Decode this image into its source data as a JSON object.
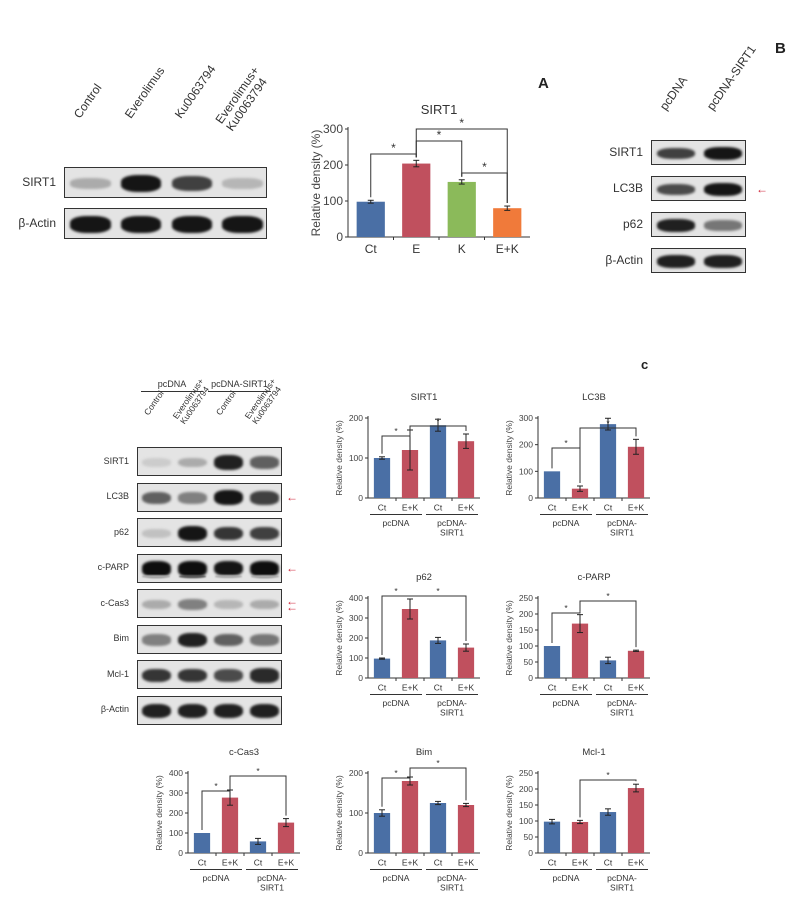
{
  "panels": {
    "A": {
      "letter": "A",
      "blot": {
        "lanes": [
          "Control",
          "Everolimus",
          "Ku0063794",
          "Everolimus+\nKu0063794"
        ],
        "rows": [
          {
            "label": "SIRT1",
            "intensities": [
              0.25,
              0.95,
              0.75,
              0.2
            ]
          },
          {
            "label": "β-Actin",
            "intensities": [
              0.95,
              0.95,
              0.95,
              0.95
            ]
          }
        ]
      }
    },
    "B": {
      "letter": "B",
      "blot": {
        "lanes": [
          "pcDNA",
          "pcDNA-SIRT1"
        ],
        "rows": [
          {
            "label": "SIRT1",
            "intensities": [
              0.75,
              0.95
            ],
            "arrow": false
          },
          {
            "label": "LC3B",
            "intensities": [
              0.7,
              0.95
            ],
            "arrow": true
          },
          {
            "label": "p62",
            "intensities": [
              0.9,
              0.5
            ],
            "arrow": false
          },
          {
            "label": "β-Actin",
            "intensities": [
              0.9,
              0.9
            ],
            "arrow": false
          }
        ]
      }
    },
    "C": {
      "letter": "c",
      "blot": {
        "groups": [
          "pcDNA",
          "pcDNA-SIRT1"
        ],
        "lanes": [
          "Control",
          "Everolimus+\nKu0063794",
          "Control",
          "Everolimus+\nKu0063794"
        ],
        "rows": [
          {
            "label": "SIRT1",
            "intensities": [
              0.1,
              0.25,
              0.9,
              0.6
            ],
            "arrows": 0
          },
          {
            "label": "LC3B",
            "intensities": [
              0.6,
              0.45,
              0.95,
              0.75
            ],
            "arrows": 1
          },
          {
            "label": "p62",
            "intensities": [
              0.15,
              0.95,
              0.8,
              0.75
            ],
            "arrows": 0
          },
          {
            "label": "c-PARP",
            "intensities": [
              0.98,
              0.98,
              0.95,
              0.98
            ],
            "arrows": 1
          },
          {
            "label": "c-Cas3",
            "intensities": [
              0.25,
              0.45,
              0.2,
              0.25
            ],
            "arrows": 2
          },
          {
            "label": "Bim",
            "intensities": [
              0.45,
              0.9,
              0.6,
              0.5
            ],
            "arrows": 0
          },
          {
            "label": "Mcl-1",
            "intensities": [
              0.8,
              0.8,
              0.7,
              0.85
            ],
            "arrows": 0
          },
          {
            "label": "β-Actin",
            "intensities": [
              0.9,
              0.9,
              0.9,
              0.9
            ],
            "arrows": 0
          }
        ]
      }
    }
  },
  "colors": {
    "blue": "#4a6fa5",
    "red": "#c0505e",
    "green": "#8bba5a",
    "orange": "#f07a3a",
    "arrow": "#d0263a",
    "axis": "#333333"
  },
  "chart_data": [
    {
      "id": "A-SIRT1",
      "type": "bar",
      "title": "SIRT1",
      "xlabel": "",
      "ylabel": "Relative density (%)",
      "categories": [
        "Ct",
        "E",
        "K",
        "E+K"
      ],
      "values": [
        98,
        204,
        153,
        80
      ],
      "errors": [
        4,
        9,
        6,
        6
      ],
      "bar_colors": [
        "#4a6fa5",
        "#c0505e",
        "#8bba5a",
        "#f07a3a"
      ],
      "ylim": [
        0,
        300
      ],
      "yticks": [
        0,
        100,
        200,
        300
      ],
      "significance": [
        {
          "from": "Ct",
          "to": "E",
          "label": "*"
        },
        {
          "from": "E",
          "to": "K",
          "label": "*"
        },
        {
          "from": "E",
          "to": "E+K",
          "label": "*"
        },
        {
          "from": "K",
          "to": "E+K",
          "label": "*"
        }
      ],
      "grid": false
    },
    {
      "id": "C-SIRT1",
      "type": "bar",
      "title": "SIRT1",
      "ylabel": "Relative density (%)",
      "categories": [
        "Ct",
        "E+K",
        "Ct",
        "E+K"
      ],
      "groups": [
        "pcDNA",
        "pcDNA-\nSIRT1"
      ],
      "values": [
        100,
        120,
        182,
        142
      ],
      "errors": [
        3,
        50,
        15,
        18
      ],
      "ylim": [
        0,
        200
      ],
      "yticks": [
        0,
        100,
        200
      ],
      "significance": [
        {
          "from": 0,
          "to": 1,
          "label": "*"
        },
        {
          "from": 1,
          "to": 3,
          "label": "*"
        }
      ]
    },
    {
      "id": "C-LC3B",
      "type": "bar",
      "title": "LC3B",
      "ylabel": "Relative density (%)",
      "categories": [
        "Ct",
        "E+K",
        "Ct",
        "E+K"
      ],
      "groups": [
        "pcDNA",
        "pcDNA-\nSIRT1"
      ],
      "values": [
        100,
        35,
        277,
        192
      ],
      "errors": [
        0,
        10,
        22,
        28
      ],
      "ylim": [
        0,
        300
      ],
      "yticks": [
        0,
        100,
        200,
        300
      ],
      "significance": [
        {
          "from": 0,
          "to": 1,
          "label": "*"
        },
        {
          "from": 1,
          "to": 3,
          "label": "*"
        }
      ]
    },
    {
      "id": "C-p62",
      "type": "bar",
      "title": "p62",
      "ylabel": "Relative density (%)",
      "categories": [
        "Ct",
        "E+K",
        "Ct",
        "E+K"
      ],
      "groups": [
        "pcDNA",
        "pcDNA-\nSIRT1"
      ],
      "values": [
        97,
        345,
        188,
        152
      ],
      "errors": [
        3,
        50,
        15,
        18
      ],
      "ylim": [
        0,
        400
      ],
      "yticks": [
        0,
        100,
        200,
        300,
        400
      ],
      "significance": [
        {
          "from": 0,
          "to": 1,
          "label": "*"
        },
        {
          "from": 1,
          "to": 3,
          "label": "*"
        }
      ]
    },
    {
      "id": "C-c-PARP",
      "type": "bar",
      "title": "c-PARP",
      "ylabel": "Relative density (%)",
      "categories": [
        "Ct",
        "E+K",
        "Ct",
        "E+K"
      ],
      "groups": [
        "pcDNA",
        "pcDNA-\nSIRT1"
      ],
      "values": [
        100,
        170,
        55,
        85
      ],
      "errors": [
        0,
        28,
        10,
        2
      ],
      "ylim": [
        0,
        250
      ],
      "yticks": [
        0,
        50,
        100,
        150,
        200,
        250
      ],
      "significance": [
        {
          "from": 0,
          "to": 1,
          "label": "*"
        },
        {
          "from": 1,
          "to": 3,
          "label": "*"
        }
      ]
    },
    {
      "id": "C-c-Cas3",
      "type": "bar",
      "title": "c-Cas3",
      "ylabel": "Relative density (%)",
      "categories": [
        "Ct",
        "E+K",
        "Ct",
        "E+K"
      ],
      "groups": [
        "pcDNA",
        "pcDNA-\nSIRT1"
      ],
      "values": [
        100,
        277,
        58,
        152
      ],
      "errors": [
        0,
        38,
        15,
        20
      ],
      "ylim": [
        0,
        400
      ],
      "yticks": [
        0,
        100,
        200,
        300,
        400
      ],
      "significance": [
        {
          "from": 0,
          "to": 1,
          "label": "*"
        },
        {
          "from": 1,
          "to": 3,
          "label": "*"
        }
      ]
    },
    {
      "id": "C-Bim",
      "type": "bar",
      "title": "Bim",
      "ylabel": "Relative density (%)",
      "categories": [
        "Ct",
        "E+K",
        "Ct",
        "E+K"
      ],
      "groups": [
        "pcDNA",
        "pcDNA-\nSIRT1"
      ],
      "values": [
        100,
        180,
        125,
        120
      ],
      "errors": [
        8,
        10,
        4,
        4
      ],
      "ylim": [
        0,
        200
      ],
      "yticks": [
        0,
        100,
        200
      ],
      "significance": [
        {
          "from": 0,
          "to": 1,
          "label": "*"
        },
        {
          "from": 1,
          "to": 3,
          "label": "*"
        }
      ]
    },
    {
      "id": "C-Mcl-1",
      "type": "bar",
      "title": "Mcl-1",
      "ylabel": "Relative density (%)",
      "categories": [
        "Ct",
        "E+K",
        "Ct",
        "E+K"
      ],
      "groups": [
        "pcDNA",
        "pcDNA-\nSIRT1"
      ],
      "values": [
        98,
        97,
        128,
        203
      ],
      "errors": [
        7,
        5,
        10,
        12
      ],
      "ylim": [
        0,
        250
      ],
      "yticks": [
        0,
        50,
        100,
        150,
        200,
        250
      ],
      "significance": [
        {
          "from": 1,
          "to": 3,
          "label": "*"
        }
      ]
    }
  ]
}
